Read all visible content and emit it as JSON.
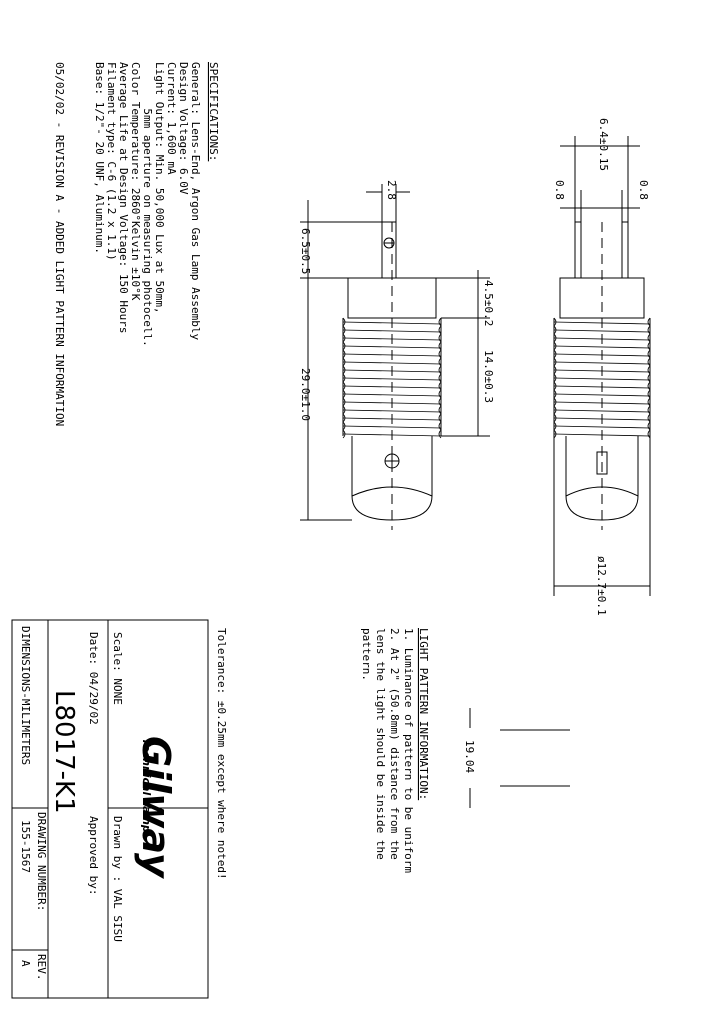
{
  "specs": {
    "heading": "SPECIFICATIONS:",
    "lines": [
      "General: Lens-End, Argon Gas Lamp Assembly",
      "Design Voltage: 6.0V",
      "Current: 1,600 mA",
      "Light Output: Min. 50,000 Lux at 50mm,",
      "       5mm aperture on measuring photocell.",
      "Color Temperature: 2860°Kelvin ±10°K",
      "Average Life at Design Voltage: 150 Hours",
      "Filament type: C-6 (1.2 x 1.1)",
      "Base: 1/2\"- 20 UNF, Aluminum."
    ],
    "revision": "05/02/02 - REVISION A - ADDED LIGHT PATTERN INFORMATION"
  },
  "dimensions": {
    "lead_thickness": "2.8",
    "lead_length": "6.5±0.5",
    "overall_length": "29.0±1.0",
    "collar": "4.5±0.2",
    "thread": "14.0±0.3",
    "lead_spacing": "6.4±0.15",
    "lead_dia_left": "0.8",
    "lead_dia_right": "0.8",
    "lens_dia": "ø12.7±0.1",
    "pattern": "19.04"
  },
  "light_pattern": {
    "heading": "LIGHT PATTERN INFORMATION:",
    "lines": [
      "1. Luminance of pattern to be uniform",
      "2. At 2\" (50.8mm) distance from the",
      "lens the light should be inside the",
      "pattern."
    ]
  },
  "title_block": {
    "tolerance": "Tolerance: ±0.25mm except where noted!",
    "logo_main": "Gilway",
    "logo_sub": "Technical Lamp",
    "drawn_by": "Drawn by : VAL SISU",
    "scale": "Scale: NONE",
    "approved": "Approved by:",
    "date": "Date: 04/29/02",
    "part_number": "L8017-K1",
    "units": "DIMENSIONS-MILIMETERS",
    "drawing_number_label": "DRAWING NUMBER:",
    "drawing_number": "155-1567",
    "rev_label": "REV.",
    "rev": "A"
  }
}
